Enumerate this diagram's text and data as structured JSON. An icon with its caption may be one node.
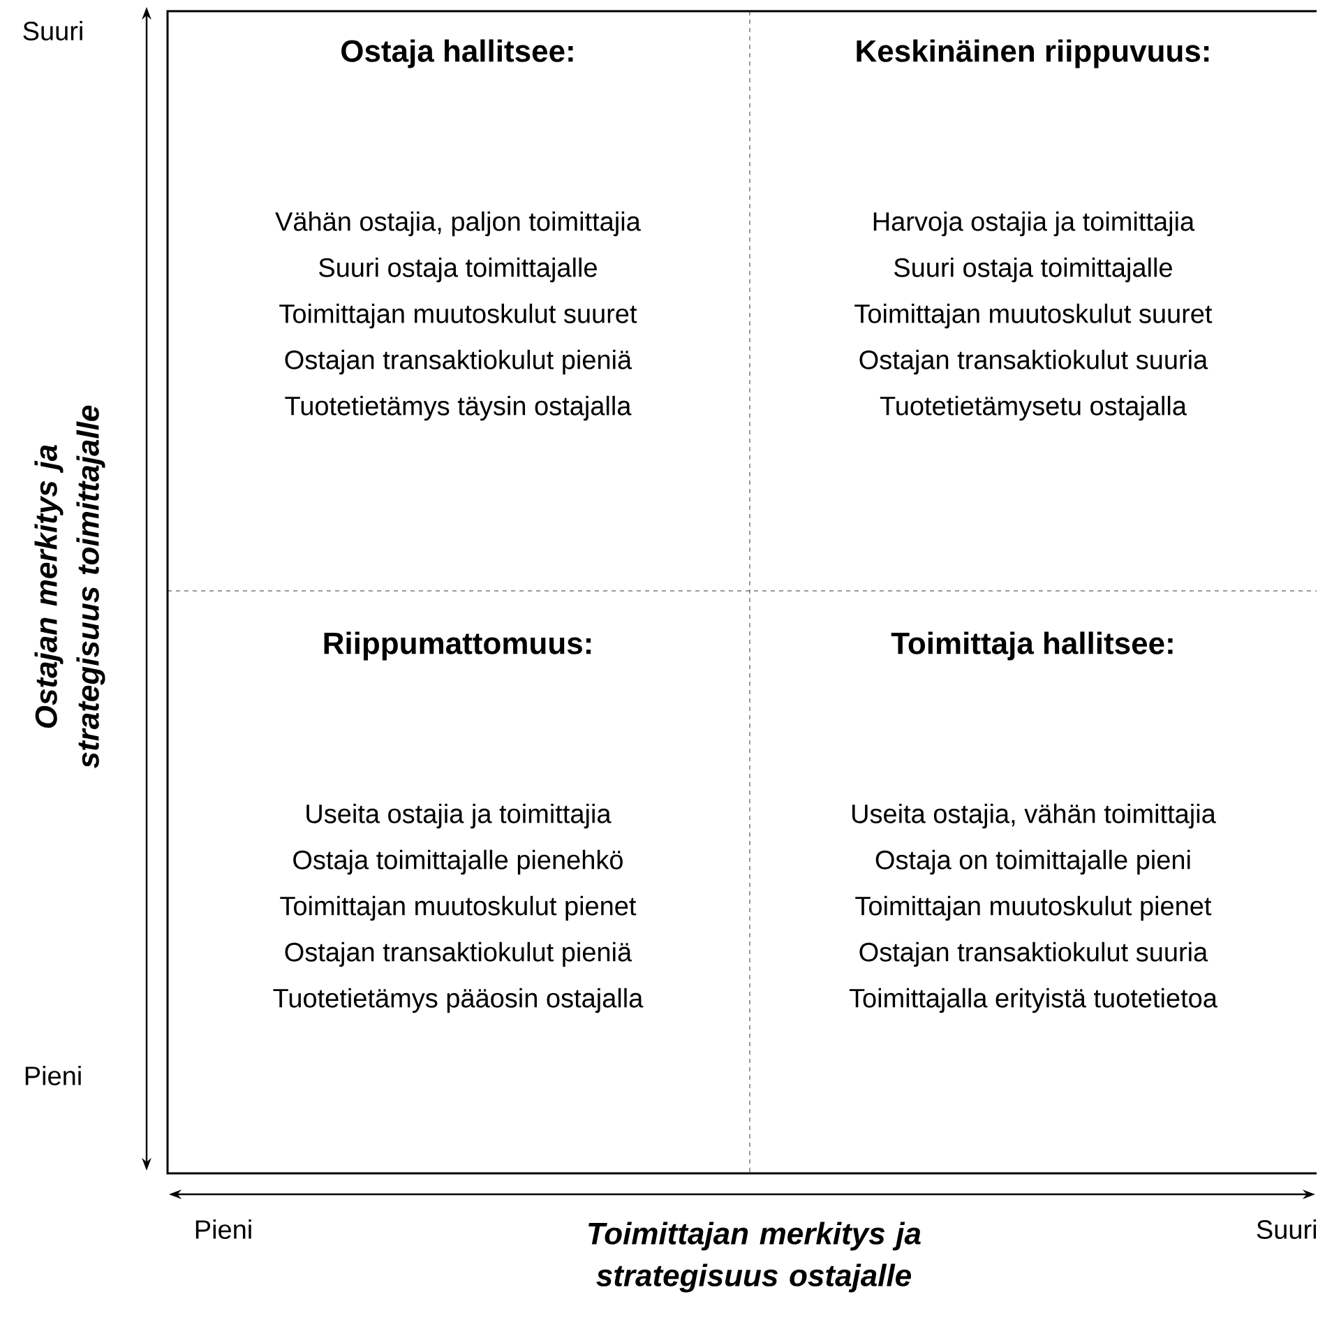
{
  "diagram": {
    "nodes": [
      {
        "text": [
          "Ostaja hallitsee:",
          "Vähän ostajia, paljon toimittajia",
          "Suuri ostaja toimittajalle",
          "Toimittajan muutoskulut suuret",
          "Ostajan transaktiokulut pieniä",
          "Tuotetietämys täysin ostajalla"
        ]
      },
      {
        "text": [
          "Keskinäinen riippuvuus:",
          "Harvoja ostajia ja toimittajia",
          "Suuri ostaja toimittajalle",
          "Toimittajan muutoskulut suuret",
          "Ostajan transaktiokulut suuria",
          "Tuotetietämysetu ostajalla"
        ]
      },
      {
        "text": [
          "Riippumattomuus:",
          "Useita ostajia ja toimittajia",
          "Ostaja toimittajalle pienehkö",
          "Toimittajan muutoskulut pienet",
          "Ostajan transaktiokulut pieniä",
          "Tuotetietämys pääosin ostajalla"
        ]
      },
      {
        "text": [
          "Toimittaja hallitsee:",
          "Useita ostajia, vähän toimittajia",
          "Ostaja on toimittajalle pieni",
          "Toimittajan muutoskulut pienet",
          "Ostajan transaktiokulut suuria",
          "Toimittajalla erityistä tuotetietoa"
        ]
      }
    ],
    "edges": [],
    "labels": [
      "Suuri",
      "Ostajan merkitys ja strategisuus toimittajalle",
      "Pieni",
      "Pieni",
      "Toimittajan merkitys ja strategisuus ostajalle",
      "Suuri"
    ]
  }
}
